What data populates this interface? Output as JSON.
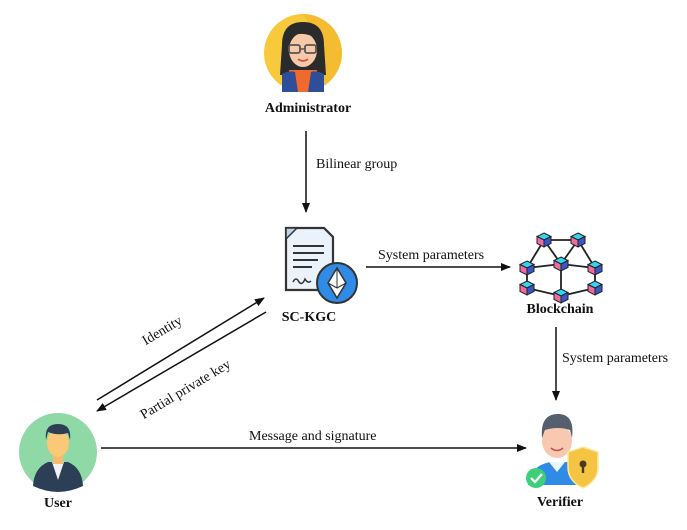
{
  "nodes": {
    "administrator": {
      "label": "Administrator",
      "icon": "administrator-avatar-icon"
    },
    "sckgc": {
      "label": "SC-KGC",
      "icon": "smart-contract-document-icon"
    },
    "blockchain": {
      "label": "Blockchain",
      "icon": "blockchain-network-icon"
    },
    "user": {
      "label": "User",
      "icon": "user-avatar-icon"
    },
    "verifier": {
      "label": "Verifier",
      "icon": "verifier-avatar-icon"
    }
  },
  "edges": {
    "admin_to_sckgc": {
      "label": "Bilinear group",
      "from": "Administrator",
      "to": "SC-KGC"
    },
    "sckgc_to_blockchain": {
      "label": "System parameters",
      "from": "SC-KGC",
      "to": "Blockchain"
    },
    "blockchain_to_verifier": {
      "label": "System parameters",
      "from": "Blockchain",
      "to": "Verifier"
    },
    "user_to_sckgc": {
      "label": "Identity",
      "from": "User",
      "to": "SC-KGC"
    },
    "sckgc_to_user": {
      "label": "Partial private key",
      "from": "SC-KGC",
      "to": "User"
    },
    "user_to_verifier": {
      "label": "Message and signature",
      "from": "User",
      "to": "Verifier"
    }
  },
  "colors": {
    "admin_bg": "#f8c93a",
    "user_bg": "#8fd9a6",
    "ethereum_blue": "#2f8be6",
    "cube_top": "#36d3f0",
    "cube_left": "#f06aa0",
    "cube_right": "#3a55c8",
    "shield": "#f6c443",
    "check_green": "#3fcf7a"
  }
}
